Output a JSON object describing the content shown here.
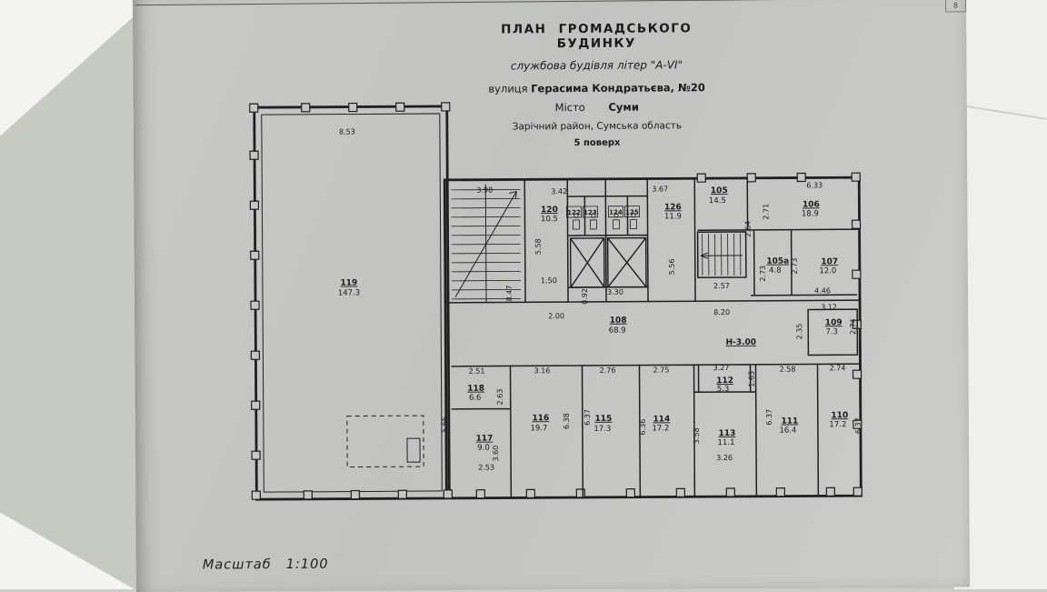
{
  "page": {
    "corner_mark": "8"
  },
  "title": {
    "line1": "ПЛАН  ГРОМАДСЬКОГО  БУДИНКУ",
    "line2": "службова будівля літер \"А-VI\"",
    "line3_prefix": "вулиця",
    "line3_value": "Герасима Кондратьєва, №20",
    "line4_prefix": "Місто",
    "line4_value": "Суми",
    "line5": "Зарічний район, Сумська область",
    "line6": "5 поверх"
  },
  "scale": {
    "label": "Масштаб",
    "value": "1:100"
  },
  "plan": {
    "height_mark": "Н-3.00",
    "rooms": {
      "r119": {
        "id": "119",
        "area": "147.3"
      },
      "r120": {
        "id": "120",
        "area": "10.5"
      },
      "r122": {
        "id": "122"
      },
      "r123": {
        "id": "123"
      },
      "r124": {
        "id": "124"
      },
      "r125": {
        "id": "125"
      },
      "r126": {
        "id": "126",
        "area": "11.9"
      },
      "r105": {
        "id": "105",
        "area": "14.5"
      },
      "r106": {
        "id": "106",
        "area": "18.9"
      },
      "r105a": {
        "id": "105а",
        "area": "4.8"
      },
      "r107": {
        "id": "107",
        "area": "12.0"
      },
      "r108": {
        "id": "108",
        "area": "68.9"
      },
      "r109": {
        "id": "109",
        "area": "7.3"
      },
      "r110": {
        "id": "110",
        "area": "17.2"
      },
      "r111": {
        "id": "111",
        "area": "16.4"
      },
      "r112": {
        "id": "112",
        "area": "5.3"
      },
      "r113": {
        "id": "113",
        "area": "11.1"
      },
      "r114": {
        "id": "114",
        "area": "17.2"
      },
      "r115": {
        "id": "115",
        "area": "17.3"
      },
      "r116": {
        "id": "116",
        "area": "19.7"
      },
      "r117": {
        "id": "117",
        "area": "9.0"
      },
      "r118": {
        "id": "118",
        "area": "6.6"
      }
    },
    "dims": [
      "8.53",
      "3.98",
      "3.42",
      "3.67",
      "6.33",
      "5.58",
      "8.47",
      "1.50",
      "0.92",
      "3.30",
      "2.00",
      "5.56",
      "2.57",
      "2.71",
      "2.64",
      "2.73",
      "2.73",
      "4.46",
      "3.12",
      "2.35",
      "2.74",
      "8.20",
      "2.51",
      "2.63",
      "5.66",
      "2.53",
      "3.60",
      "3.16",
      "6.38",
      "2.76",
      "6.37",
      "2.75",
      "6.36",
      "3.27",
      "1.63",
      "3.58",
      "3.26",
      "2.58",
      "6.37",
      "2.74",
      "6.37"
    ]
  }
}
